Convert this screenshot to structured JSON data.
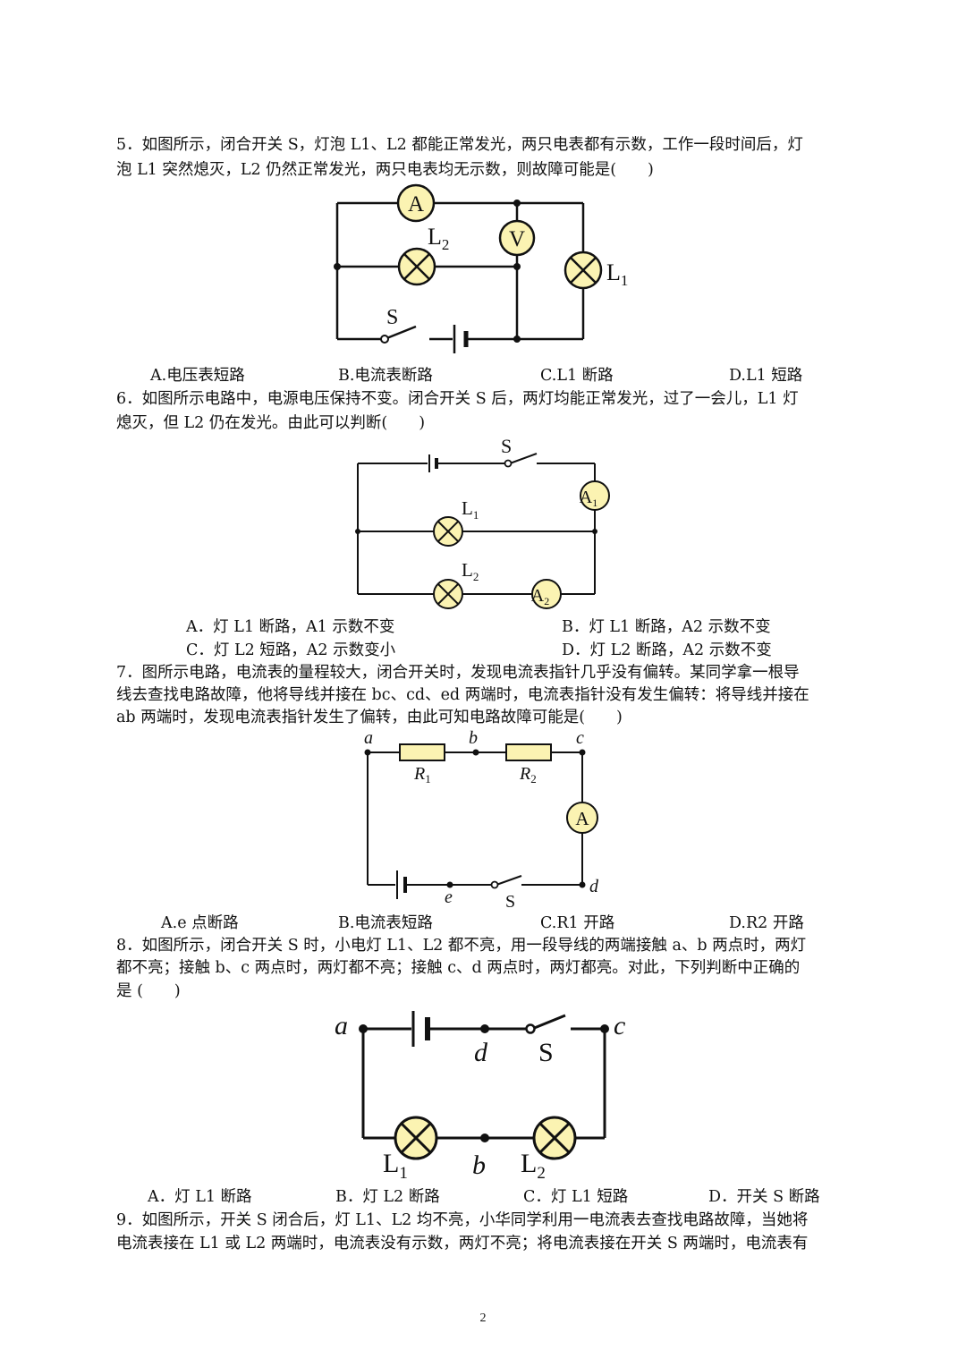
{
  "q5": {
    "line1": "5．如图所示，闭合开关 S，灯泡 L1、L2 都能正常发光，两只电表都有示数，工作一段时间后，灯",
    "line2": "泡 L1 突然熄灭，L2 仍然正常发光，两只电表均无示数，则故障可能是(　　)",
    "labels": {
      "ammeter": "A",
      "voltmeter": "V",
      "lamp2": "L",
      "lamp2_sub": "2",
      "lamp1": "L",
      "lamp1_sub": "1",
      "switch": "S"
    },
    "options": [
      "A.电压表短路",
      "B.电流表断路",
      "C.L1 断路",
      "D.L1 短路"
    ]
  },
  "q6": {
    "line1": "6．如图所示电路中，电源电压保持不变。闭合开关 S 后，两灯均能正常发光，过了一会儿，L1 灯",
    "line2": "熄灭，但 L2 仍在发光。由此可以判断(　　)",
    "labels": {
      "switch": "S",
      "a1": "A",
      "a1_sub": "1",
      "lamp1": "L",
      "lamp1_sub": "1",
      "lamp2": "L",
      "lamp2_sub": "2",
      "a2": "A",
      "a2_sub": "2"
    },
    "options": [
      "A．灯 L1 断路，A1 示数不变",
      "B．灯 L1 断路，A2 示数不变",
      "C．灯 L2 短路，A2 示数变小",
      "D．灯 L2 断路，A2 示数不变"
    ]
  },
  "q7": {
    "line1": "7．图所示电路，电流表的量程较大，闭合开关时，发现电流表指针几乎没有偏转。某同学拿一根导",
    "line2": "线去查找电路故障，他将导线并接在 bc、cd、ed 两端时，电流表指针没有发生偏转：将导线并接在",
    "line3": "ab 两端时，发现电流表指针发生了偏转，由此可知电路故障可能是(　　)",
    "labels": {
      "a": "a",
      "b": "b",
      "c": "c",
      "d": "d",
      "e": "e",
      "r1": "R",
      "r1_sub": "1",
      "r2": "R",
      "r2_sub": "2",
      "ammeter": "A",
      "switch": "S"
    },
    "options": [
      "A.e 点断路",
      "B.电流表短路",
      "C.R1 开路",
      "D.R2 开路"
    ]
  },
  "q8": {
    "line1": "8．如图所示，闭合开关 S 时，小电灯 L1、L2 都不亮，用一段导线的两端接触 a、b 两点时，两灯",
    "line2": "都不亮；接触 b、c 两点时，两灯都不亮；接触 c、d 两点时，两灯都亮。对此，下列判断中正确的",
    "line3": "是 (　　)",
    "labels": {
      "a": "a",
      "c": "c",
      "d": "d",
      "switch": "S",
      "b": "b",
      "lamp1": "L",
      "lamp1_sub": "1",
      "lamp2": "L",
      "lamp2_sub": "2"
    },
    "options": [
      "A．灯 L1 断路",
      "B．灯 L2 断路",
      "C．灯 L1 短路",
      "D．开关 S 断路"
    ]
  },
  "q9": {
    "line1": "9．如图所示，开关 S 闭合后，灯 L1、L2 均不亮，小华同学利用一电流表去查找电路故障，当她将",
    "line2": "电流表接在 L1 或 L2 两端时，电流表没有示数，两灯不亮；将电流表接在开关 S 两端时，电流表有"
  },
  "page_number": "2",
  "colors": {
    "meter_fill": "#fbf3b2",
    "resistor_fill": "#fbf3b2",
    "wire": "#111111"
  }
}
